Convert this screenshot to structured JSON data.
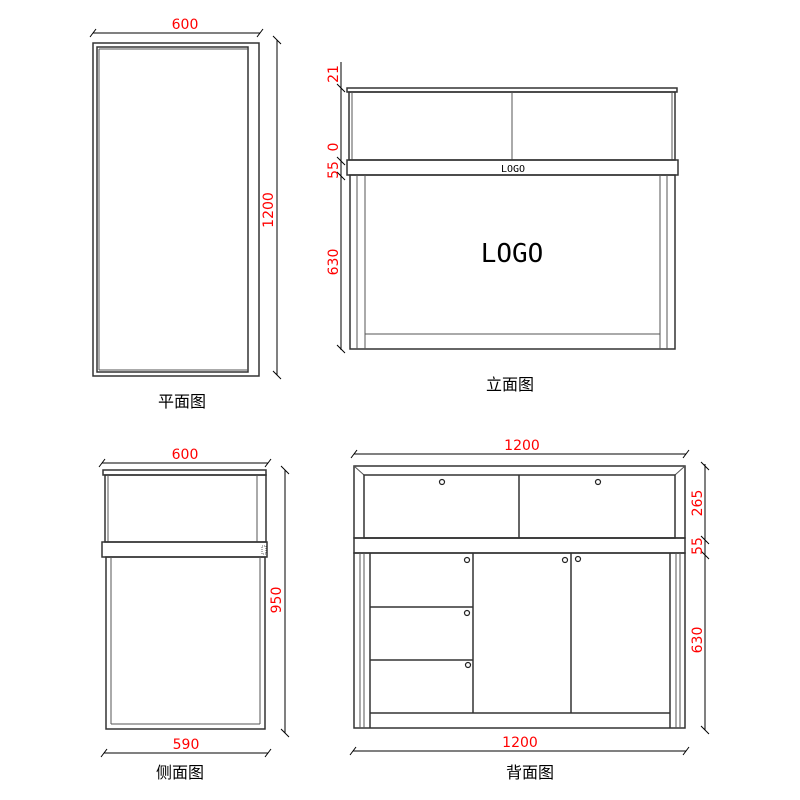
{
  "views": {
    "plan": {
      "caption": "平面图",
      "dimensions": {
        "width": "600",
        "depth": "1200"
      }
    },
    "front": {
      "caption": "立面图",
      "logo_strip_text": "LOGO",
      "logo_panel_text": "LOGO",
      "dimensions": {
        "top_glass": "21",
        "zero_mark": "0",
        "band": "55",
        "base": "630"
      }
    },
    "side": {
      "caption": "侧面图",
      "dimensions": {
        "top_width": "600",
        "bottom_width": "590",
        "height": "950"
      }
    },
    "back": {
      "caption": "背面图",
      "dimensions": {
        "top_width": "1200",
        "bottom_width": "1200",
        "upper": "265",
        "band": "55",
        "base": "630"
      }
    }
  },
  "colors": {
    "dimension_text": "#ff0000",
    "line": "#333333",
    "background": "#ffffff"
  }
}
